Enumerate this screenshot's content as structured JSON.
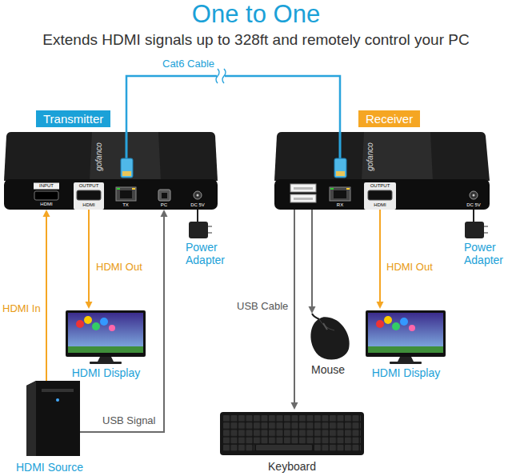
{
  "diagram": {
    "title": "One to One",
    "nodes": [
      {
        "text": [
          "Transmitter"
        ]
      },
      {
        "text": [
          "Receiver"
        ]
      },
      {
        "text": [
          "Power Adapter"
        ]
      },
      {
        "text": [
          "Power Adapter"
        ]
      },
      {
        "text": [
          "HDMI Display"
        ]
      },
      {
        "text": [
          "Mouse"
        ]
      },
      {
        "text": [
          "HDMI Display"
        ]
      },
      {
        "text": [
          "HDMI Source"
        ]
      },
      {
        "text": [
          "Keyboard"
        ]
      }
    ],
    "edges": [
      {
        "from": 0,
        "to": 1,
        "arrow": "none",
        "label": "Cat6 Cable"
      },
      {
        "from": 0,
        "to": 4,
        "arrow": "to",
        "label": "HDMI Out"
      },
      {
        "from": 7,
        "to": 0,
        "arrow": "to",
        "label": "HDMI In"
      },
      {
        "from": 7,
        "to": 0,
        "arrow": "to",
        "label": "USB Signal"
      },
      {
        "from": 2,
        "to": 0,
        "arrow": "none"
      },
      {
        "from": 3,
        "to": 1,
        "arrow": "none"
      },
      {
        "from": 1,
        "to": 5,
        "arrow": "to"
      },
      {
        "from": 1,
        "to": 8,
        "arrow": "to",
        "label": "USB Cable"
      },
      {
        "from": 1,
        "to": 6,
        "arrow": "to",
        "label": "HDMI Out"
      }
    ],
    "labels": [
      "Extends HDMI signals up to 328ft and remotely control your PC",
      "gofanco",
      "INPUT",
      "HDMI",
      "OUTPUT",
      "HDMI",
      "TX",
      "PC",
      "DC 5V",
      "gofanco",
      "RX",
      "OUTPUT",
      "HDMI",
      "DC 5V"
    ]
  }
}
